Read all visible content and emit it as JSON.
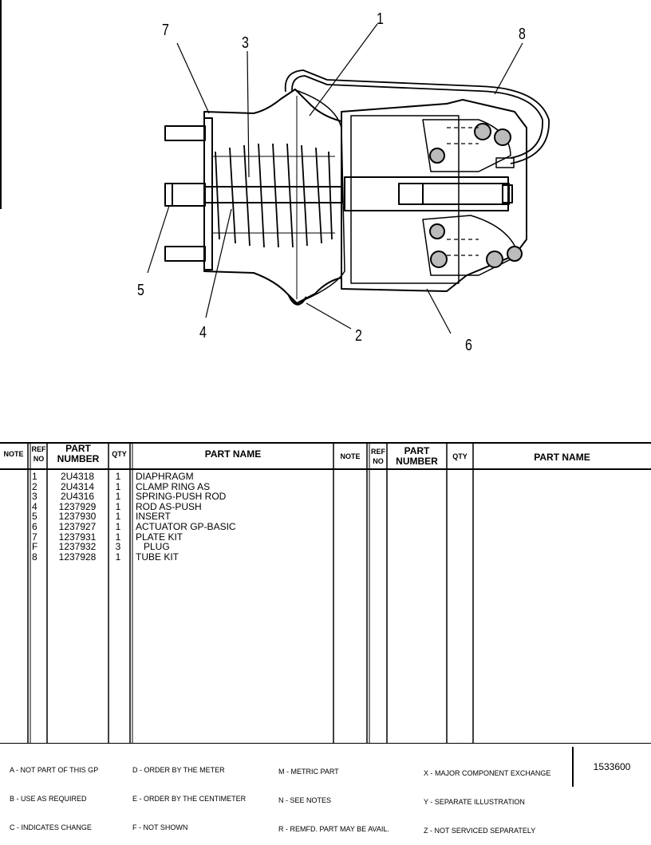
{
  "callouts": [
    {
      "label": "7"
    },
    {
      "label": "3"
    },
    {
      "label": "1"
    },
    {
      "label": "8"
    },
    {
      "label": "5"
    },
    {
      "label": "4"
    },
    {
      "label": "2"
    },
    {
      "label": "6"
    }
  ],
  "table": {
    "headers": {
      "note": "NOTE",
      "ref_no_1": "REF",
      "ref_no_2": "NO",
      "part_number_1": "PART",
      "part_number_2": "NUMBER",
      "qty": "QTY",
      "part_name": "PART NAME"
    },
    "rows": [
      {
        "ref": "1",
        "part_number": "2U4318",
        "qty": "1",
        "name": "DIAPHRAGM"
      },
      {
        "ref": "2",
        "part_number": "2U4314",
        "qty": "1",
        "name": "CLAMP RING AS"
      },
      {
        "ref": "3",
        "part_number": "2U4316",
        "qty": "1",
        "name": "SPRING-PUSH ROD"
      },
      {
        "ref": "4",
        "part_number": "1237929",
        "qty": "1",
        "name": "ROD AS-PUSH"
      },
      {
        "ref": "5",
        "part_number": "1237930",
        "qty": "1",
        "name": "INSERT"
      },
      {
        "ref": "6",
        "part_number": "1237927",
        "qty": "1",
        "name": "ACTUATOR GP-BASIC"
      },
      {
        "ref": "7",
        "part_number": "1237931",
        "qty": "1",
        "name": "PLATE KIT"
      },
      {
        "ref": "F",
        "part_number": "1237932",
        "qty": "3",
        "name": "   PLUG"
      },
      {
        "ref": "8",
        "part_number": "1237928",
        "qty": "1",
        "name": "TUBE KIT"
      }
    ]
  },
  "legend": [
    [
      "A - NOT PART OF THIS GP",
      "B - USE AS REQUIRED",
      "C - INDICATES CHANGE"
    ],
    [
      "D - ORDER BY THE METER",
      "E - ORDER BY THE CENTIMETER",
      "F - NOT SHOWN"
    ],
    [
      "M - METRIC PART",
      "N - SEE NOTES",
      "R - REMFD. PART MAY BE AVAIL."
    ],
    [
      "X - MAJOR COMPONENT EXCHANGE",
      "Y - SEPARATE ILLUSTRATION",
      "Z - NOT SERVICED SEPARATELY"
    ]
  ],
  "document_number": "1533600"
}
